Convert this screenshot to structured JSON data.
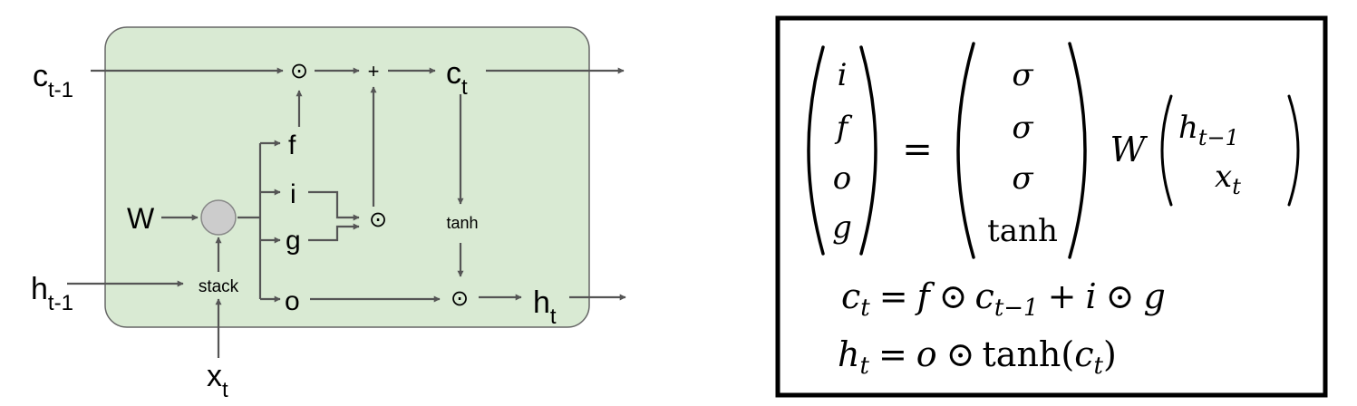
{
  "colors": {
    "cell_fill": "#d9ead3",
    "cell_border": "#666666",
    "wire": "#555555",
    "node_fill": "#cccccc",
    "box_border": "#000000"
  },
  "diagram": {
    "inputs": {
      "c_prev": {
        "base": "c",
        "sub": "t-1"
      },
      "h_prev": {
        "base": "h",
        "sub": "t-1"
      },
      "x": {
        "base": "x",
        "sub": "t"
      },
      "W": "W"
    },
    "nodes": {
      "stack": "stack",
      "tanh": "tanh",
      "plus": "+",
      "hadamard": "⊙"
    },
    "gates": {
      "f": "f",
      "i": "i",
      "g": "g",
      "o": "o"
    },
    "outputs": {
      "c": {
        "base": "c",
        "sub": "t"
      },
      "h": {
        "base": "h",
        "sub": "t"
      }
    }
  },
  "equations": {
    "gate_vector": [
      "i",
      "f",
      "o",
      "g"
    ],
    "equals": "=",
    "activations": [
      "σ",
      "σ",
      "σ",
      "tanh"
    ],
    "weight": "W",
    "input_vector": {
      "h": {
        "base": "h",
        "sub": "t−1"
      },
      "x": {
        "base": "x",
        "sub": "t"
      }
    },
    "cell_update": {
      "lhs": "c",
      "lhs_sub": "t",
      "eq": "=",
      "f": "f",
      "odot1": "⊙",
      "c": "c",
      "c_sub": "t−1",
      "plus": "+",
      "i": "i",
      "odot2": "⊙",
      "g": "g"
    },
    "hidden_update": {
      "lhs": "h",
      "lhs_sub": "t",
      "eq": "=",
      "o": "o",
      "odot": "⊙",
      "func": "tanh",
      "open": "(",
      "c": "c",
      "c_sub": "t",
      "close": ")"
    }
  }
}
